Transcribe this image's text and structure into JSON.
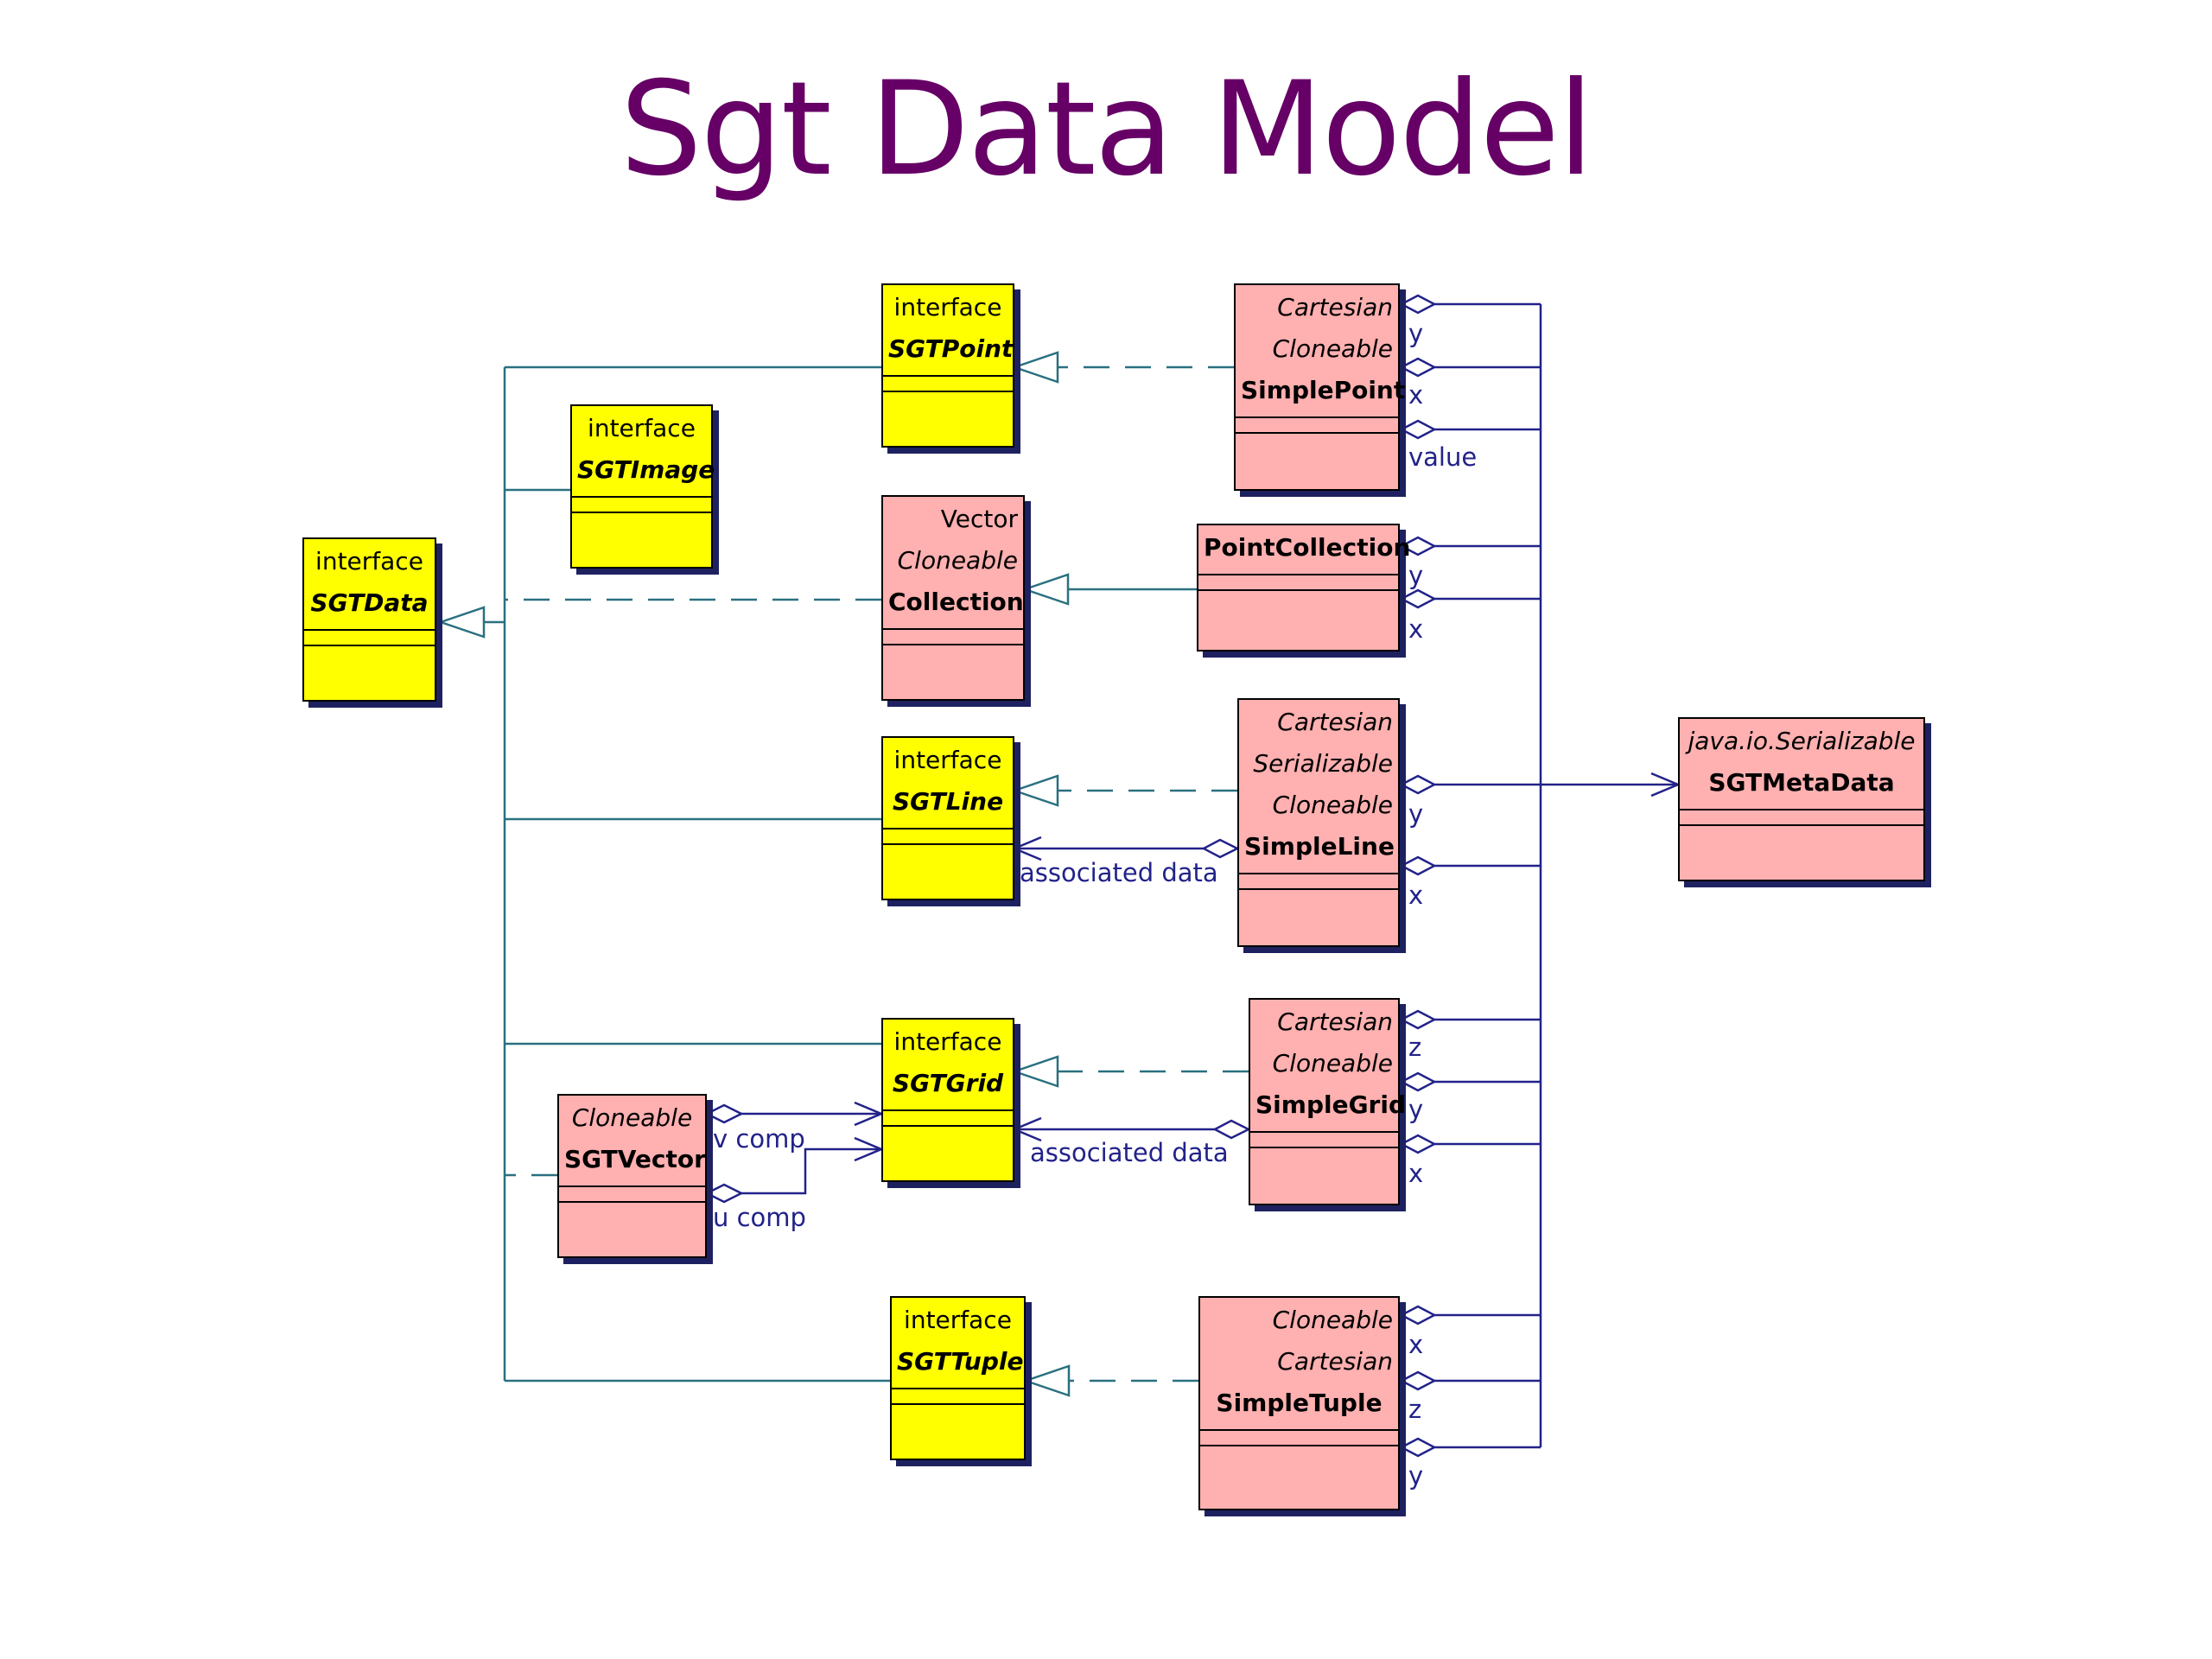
{
  "title": "Sgt Data Model",
  "colors": {
    "title": "#660066",
    "interface_fill": "#ffff00",
    "class_fill": "#ffb0b0",
    "inheritance_line": "#2a7080",
    "association_line": "#22228a",
    "shadow": "#1e2160"
  },
  "boxes": {
    "sgtdata": {
      "stereotype": "interface",
      "name": "SGTData"
    },
    "sgtpoint": {
      "stereotype": "interface",
      "name": "SGTPoint"
    },
    "sgtimage": {
      "stereotype": "interface",
      "name": "SGTImage"
    },
    "sgtline": {
      "stereotype": "interface",
      "name": "SGTLine"
    },
    "sgtgrid": {
      "stereotype": "interface",
      "name": "SGTGrid"
    },
    "sgttuple": {
      "stereotype": "interface",
      "name": "SGTTuple"
    },
    "collection": {
      "stereotype1": "Vector",
      "stereotype2": "Cloneable",
      "name": "Collection"
    },
    "simplepoint": {
      "stereotype1": "Cartesian",
      "stereotype2": "Cloneable",
      "name": "SimplePoint"
    },
    "pointcollection": {
      "name": "PointCollection"
    },
    "simpleline": {
      "stereotype1": "Cartesian",
      "stereotype2": "Serializable",
      "stereotype3": "Cloneable",
      "name": "SimpleLine"
    },
    "simplegrid": {
      "stereotype1": "Cartesian",
      "stereotype2": "Cloneable",
      "name": "SimpleGrid"
    },
    "sgtvector": {
      "stereotype": "Cloneable",
      "name": "SGTVector"
    },
    "simpletuple": {
      "stereotype1": "Cloneable",
      "stereotype2": "Cartesian",
      "name": "SimpleTuple"
    },
    "sgtmetadata": {
      "stereotype": "java.io.Serializable",
      "name": "SGTMetaData"
    }
  },
  "labels": {
    "sp_y": "y",
    "sp_x": "x",
    "sp_value": "value",
    "pc_y": "y",
    "pc_x": "x",
    "sl_y": "y",
    "sl_x": "x",
    "line_assoc": "associated data",
    "sg_z": "z",
    "sg_y": "y",
    "sg_x": "x",
    "grid_assoc": "associated data",
    "vcomp": "v comp",
    "ucomp": "u comp",
    "st_x": "x",
    "st_z": "z",
    "st_y": "y"
  }
}
